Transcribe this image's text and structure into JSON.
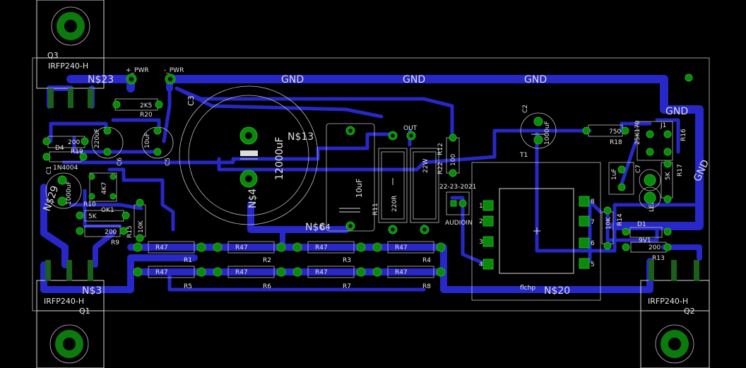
{
  "board": {
    "background_color": "#000000",
    "trace_color": "#2828c8",
    "pad_color": "#0a8a0a",
    "silk_color": "#d8d8d8"
  },
  "nets": {
    "n23": "N$23",
    "n13": "N$13",
    "n4": "N$4",
    "n6": "N$6",
    "n29": "N$29",
    "n3": "N$3",
    "n20": "N$20",
    "gnd1": "GND",
    "gnd2": "GND",
    "gnd3": "GND",
    "gnd4": "GND",
    "gnd5": "GND"
  },
  "connectors": {
    "plus_pwr": "+_PWR",
    "minus_pwr": "-_PWR",
    "out": "OUT",
    "audio_in": "AUDIOIN",
    "date": "22-23-2021"
  },
  "transistors": {
    "q3_name": "Q3",
    "q3_type": "IRFP240-H",
    "q1_name": "Q1",
    "q1_type": "IRFP240-H",
    "q2_name": "Q2",
    "q2_type": "IRFP240-H"
  },
  "components": {
    "c3": "C3",
    "c3_value": "12000uF",
    "c4": "C4",
    "c4_value": "10uF",
    "c6": "C6",
    "c6_value": "220uF",
    "c5": "C5",
    "c5_value": "10uF",
    "c1": "C1",
    "c1_value": "1000uF",
    "c2": "C2",
    "c2_value": "1000uF",
    "c7": "C7",
    "c7_value": "1uF",
    "d4": "D4",
    "d4_value": "1N4004",
    "d1": "D1",
    "d1_value": "9V1",
    "r20": "R20",
    "r20_value": "2K5",
    "r19": "R19",
    "r19_value": "200",
    "r10": "R10",
    "r10_value": "4K7",
    "ok1": "OK1",
    "ok1_value": "5K",
    "r9": "R9",
    "r9_value": "200",
    "r15": "R15",
    "r15_value": "10K",
    "r11": "R11",
    "r11_value": "220R",
    "r22": "R22",
    "r22_value": "22W",
    "r12": "R12",
    "r12_value": "100",
    "r18": "R18",
    "r18_value": "750",
    "r14": "R14",
    "r14_value": "10K",
    "r13": "R13",
    "r13_value": "200",
    "r16": "R16",
    "r16_value": "25K170",
    "r17": "R17",
    "r17_value": "5K",
    "j1": "J1",
    "led1": "LED1",
    "t1": "T1",
    "ic": "flchp",
    "r1": "R1",
    "r2": "R2",
    "r3": "R3",
    "r4": "R4",
    "r5": "R5",
    "r6": "R6",
    "r7": "R7",
    "r8": "R8",
    "r47": "R47"
  },
  "ic_pins": {
    "p1": "1",
    "p2": "2",
    "p3": "3",
    "p4": "4",
    "p5": "5",
    "p6": "6",
    "p7": "7",
    "p8": "8"
  }
}
